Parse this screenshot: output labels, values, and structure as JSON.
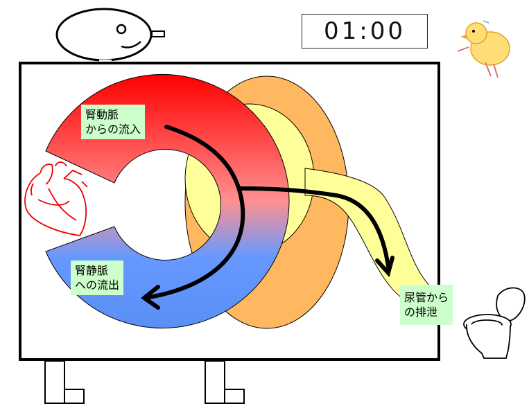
{
  "timer": "01:00",
  "labels": {
    "artery": [
      "腎動脈",
      "からの流入"
    ],
    "vein": [
      "腎静脈",
      "への流出"
    ],
    "ureter": [
      "尿管から",
      "の排泄"
    ]
  },
  "colors": {
    "artery": "#ff0000",
    "vein": "#6699ff",
    "ureter_outer": "#ffb860",
    "ureter_inner": "#ffff99",
    "label_bg": "#ccffcc",
    "heart": "#ee0000"
  },
  "icons": [
    "head-icon",
    "heart-icon",
    "chick-icon",
    "toilet-icon"
  ]
}
